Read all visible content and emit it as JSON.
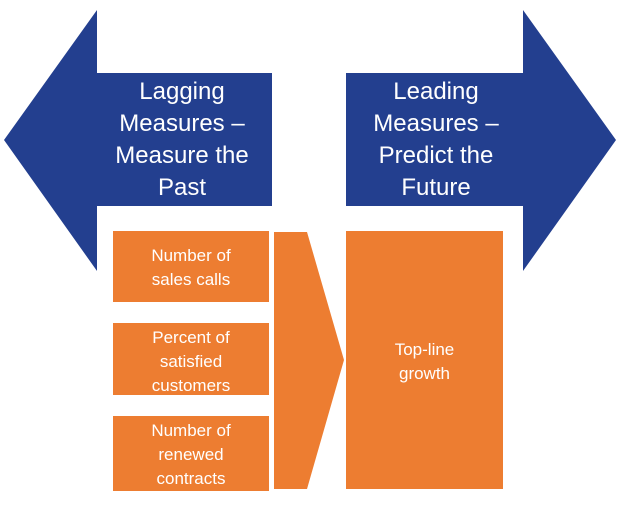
{
  "colors": {
    "arrow_fill": "#233f8f",
    "box_fill": "#ed7d31",
    "text": "#ffffff"
  },
  "left_arrow": {
    "icon": "left-arrow-icon",
    "label": "Lagging\nMeasures –\nMeasure the\nPast"
  },
  "right_arrow": {
    "icon": "right-arrow-icon",
    "label": "Leading\nMeasures –\nPredict the\nFuture"
  },
  "lagging_measures": [
    {
      "label": "Number of\nsales calls"
    },
    {
      "label": "Percent of\nsatisfied\ncustomers"
    },
    {
      "label": "Number of\nrenewed\ncontracts"
    }
  ],
  "connector": {
    "icon": "chevron-right-icon"
  },
  "result": {
    "label": "Top-line\ngrowth"
  }
}
